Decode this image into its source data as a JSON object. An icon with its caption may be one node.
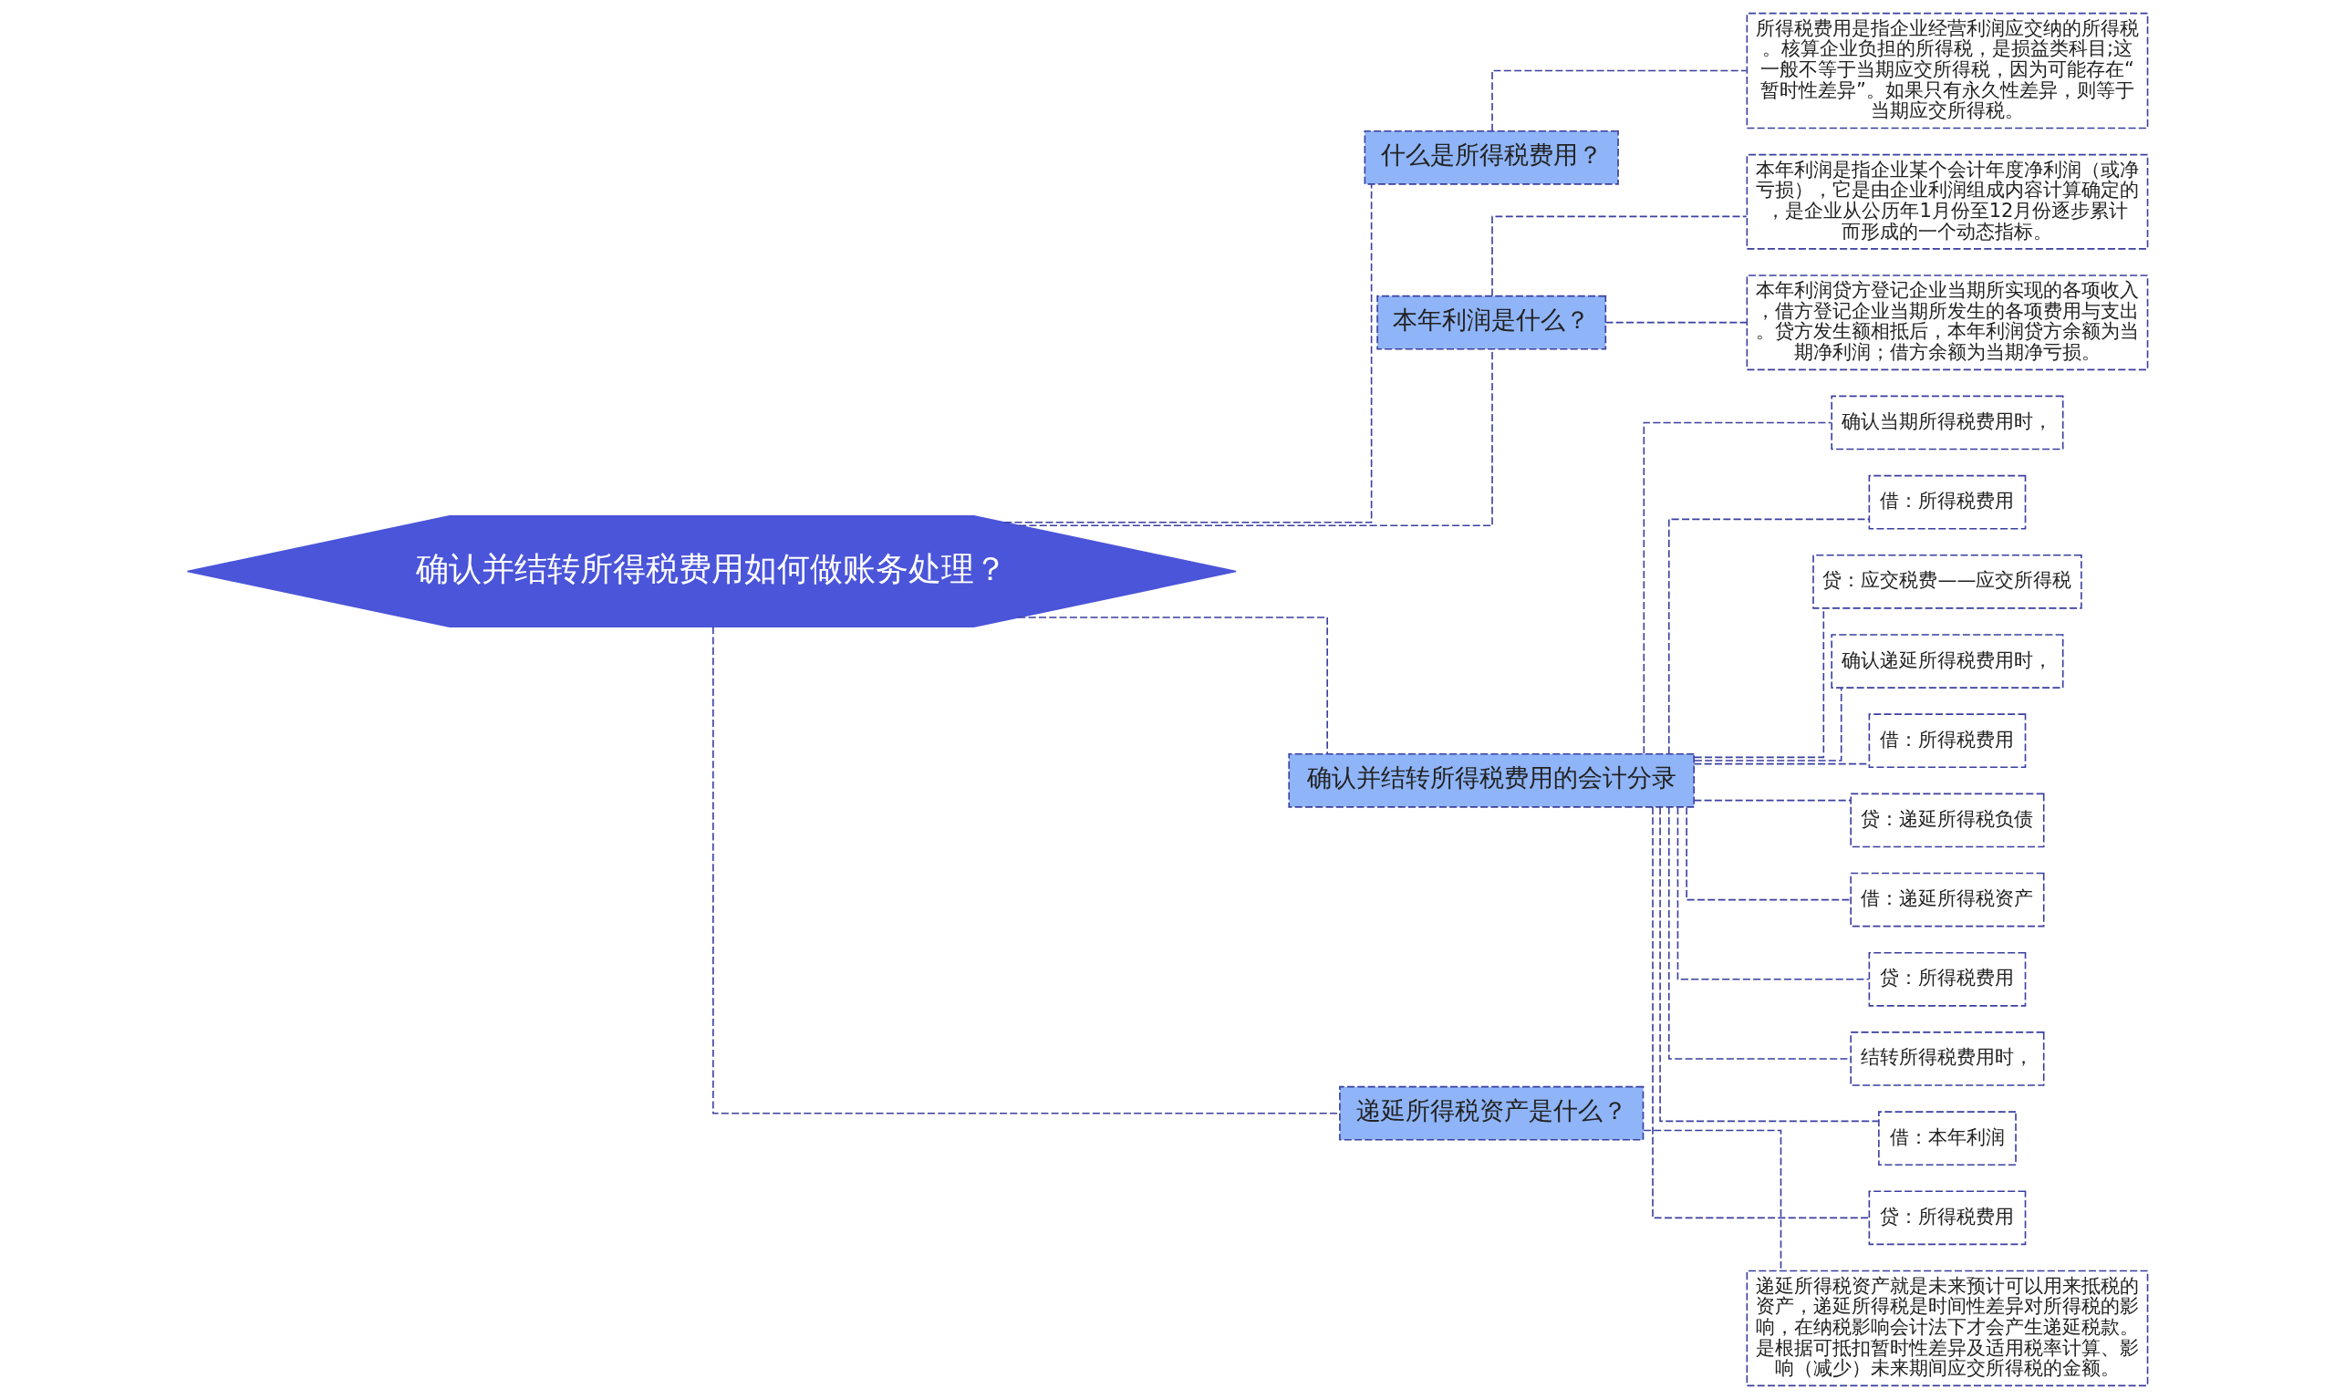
{
  "diagram": {
    "nodes": [
      {
        "text": [
          "确认并结转所得税费用如何做账务处理？"
        ]
      },
      {
        "text": [
          "什么是所得税费用？"
        ]
      },
      {
        "text": [
          "所得税费用是指企业经营利润应交纳的所得税。核算企业负担的所得税，是损益类科目;这一般不等于当期应交所得税，因为可能存在“暂时性差异”。如果只有永久性差异，则等于当期应交所得税。"
        ]
      },
      {
        "text": [
          "本年利润是什么？"
        ]
      },
      {
        "text": [
          "本年利润是指企业某个会计年度净利润（或净亏损），它是由企业利润组成内容计算确定的，是企业从公历年1月份至12月份逐步累计而形成的一个动态指标。"
        ]
      },
      {
        "text": [
          "本年利润贷方登记企业当期所实现的各项收入，借方登记企业当期所发生的各项费用与支出。贷方发生额相抵后，本年利润贷方余额为当期净利润；借方余额为当期净亏损。"
        ]
      },
      {
        "text": [
          "确认并结转所得税费用的会计分录"
        ]
      },
      {
        "text": [
          "确认当期所得税费用时，"
        ]
      },
      {
        "text": [
          "借：所得税费用"
        ]
      },
      {
        "text": [
          "贷：应交税费——应交所得税"
        ]
      },
      {
        "text": [
          "确认递延所得税费用时，"
        ]
      },
      {
        "text": [
          "借：所得税费用"
        ]
      },
      {
        "text": [
          "贷：递延所得税负债"
        ]
      },
      {
        "text": [
          "借：递延所得税资产"
        ]
      },
      {
        "text": [
          "贷：所得税费用"
        ]
      },
      {
        "text": [
          "结转所得税费用时，"
        ]
      },
      {
        "text": [
          "借：本年利润"
        ]
      },
      {
        "text": [
          "贷：所得税费用"
        ]
      },
      {
        "text": [
          "递延所得税资产是什么？"
        ]
      },
      {
        "text": [
          "递延所得税资产就是未来预计可以用来抵税的资产，递延所得税是时间性差异对所得税的影响，在纳税影响会计法下才会产生递延税款。是根据可抵扣暂时性差异及适用税率计算、影响（减少）未来期间应交所得税的金额。"
        ]
      }
    ],
    "edges": [
      {
        "from": 0,
        "to": 1,
        "arrow": "none"
      },
      {
        "from": 1,
        "to": 2,
        "arrow": "none"
      },
      {
        "from": 0,
        "to": 3,
        "arrow": "none"
      },
      {
        "from": 3,
        "to": 4,
        "arrow": "none"
      },
      {
        "from": 3,
        "to": 5,
        "arrow": "none"
      },
      {
        "from": 0,
        "to": 6,
        "arrow": "none"
      },
      {
        "from": 6,
        "to": 7,
        "arrow": "none"
      },
      {
        "from": 6,
        "to": 8,
        "arrow": "none"
      },
      {
        "from": 6,
        "to": 9,
        "arrow": "none"
      },
      {
        "from": 6,
        "to": 10,
        "arrow": "none"
      },
      {
        "from": 6,
        "to": 11,
        "arrow": "none"
      },
      {
        "from": 6,
        "to": 12,
        "arrow": "none"
      },
      {
        "from": 6,
        "to": 13,
        "arrow": "none"
      },
      {
        "from": 6,
        "to": 14,
        "arrow": "none"
      },
      {
        "from": 6,
        "to": 15,
        "arrow": "none"
      },
      {
        "from": 6,
        "to": 16,
        "arrow": "none"
      },
      {
        "from": 6,
        "to": 17,
        "arrow": "none"
      },
      {
        "from": 0,
        "to": 18,
        "arrow": "none"
      },
      {
        "from": 18,
        "to": 19,
        "arrow": "none"
      }
    ]
  }
}
